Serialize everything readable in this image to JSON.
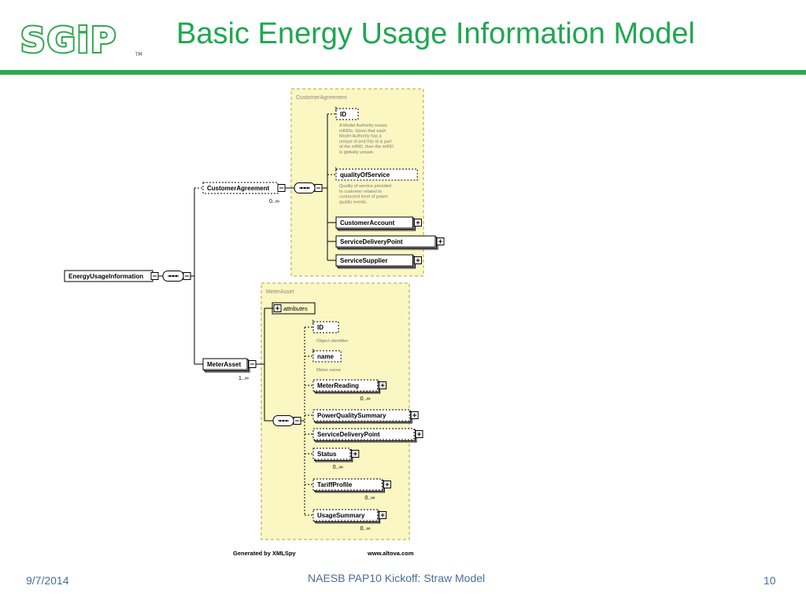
{
  "slide": {
    "logo_text": "SGiP",
    "logo_tm": "TM",
    "title": "Basic Energy Usage Information Model"
  },
  "diagram": {
    "root": "EnergyUsageInformation",
    "customer_agreement": {
      "group_label": "CustomerAgreement",
      "element": "CustomerAgreement",
      "cardinality": "0..∞",
      "children": [
        {
          "name": "ID",
          "kind": "attribute",
          "doc": [
            "A Model Authority issues",
            "mRIDs. Given that each",
            "Model Authority has a",
            "unique id and this id is part",
            "of the mRID, then the mRID",
            "is globally unique."
          ]
        },
        {
          "name": "qualityOfService",
          "kind": "attribute",
          "doc": [
            "Quality of service provided",
            "to customer related to",
            "contracted level of power",
            "quality events."
          ]
        },
        {
          "name": "CustomerAccount",
          "kind": "element"
        },
        {
          "name": "ServiceDeliveryPoint",
          "kind": "element"
        },
        {
          "name": "ServiceSupplier",
          "kind": "element"
        }
      ]
    },
    "meter_asset": {
      "group_label": "MeterAsset",
      "element": "MeterAsset",
      "cardinality": "1..∞",
      "attributes_label": "attributes",
      "children": [
        {
          "name": "ID",
          "doc": "Object identifier",
          "card": ""
        },
        {
          "name": "name",
          "doc": "Meter name",
          "card": ""
        },
        {
          "name": "MeterReading",
          "doc": "",
          "card": "0..∞"
        },
        {
          "name": "PowerQualitySummary",
          "doc": "",
          "card": ""
        },
        {
          "name": "ServiceDeliveryPoint",
          "doc": "",
          "card": ""
        },
        {
          "name": "Status",
          "doc": "",
          "card": "0..∞"
        },
        {
          "name": "TariffProfile",
          "doc": "",
          "card": "0..∞"
        },
        {
          "name": "UsageSummary",
          "doc": "",
          "card": "0..∞"
        }
      ]
    },
    "generated_by": "Generated by XMLSpy",
    "website": "www.altova.com"
  },
  "footer": {
    "date": "9/7/2014",
    "center": "NAESB PAP10 Kickoff: Straw Model",
    "page": "10"
  },
  "colors": {
    "brand_green": "#2fa84f",
    "title_green": "#1ea84f",
    "footer_blue": "#4a6d9c",
    "group_fill": "#fbf7c2",
    "group_border": "#c9c070"
  }
}
